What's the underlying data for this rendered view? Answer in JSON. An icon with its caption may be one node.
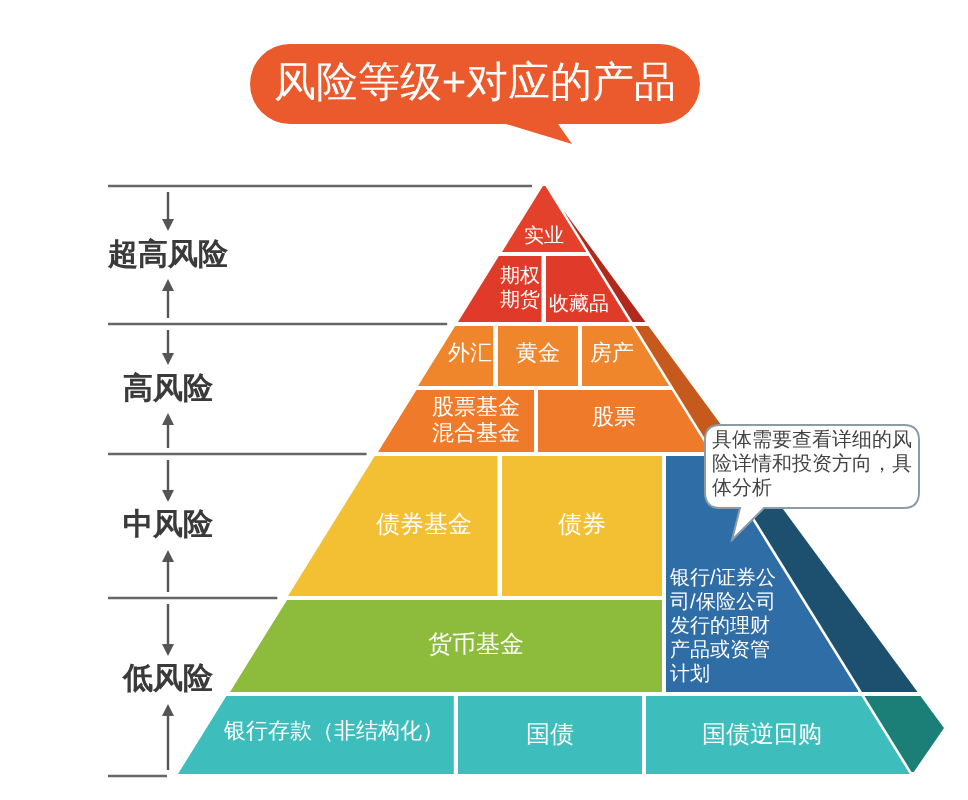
{
  "diagram": {
    "title": "风险等级+对应的产品",
    "nodes": [
      {
        "text": [
          "实业"
        ]
      },
      {
        "text": [
          "期权期货"
        ]
      },
      {
        "text": [
          "收藏品"
        ]
      },
      {
        "text": [
          "外汇"
        ]
      },
      {
        "text": [
          "黄金"
        ]
      },
      {
        "text": [
          "房产"
        ]
      },
      {
        "text": [
          "股票基金混合基金"
        ]
      },
      {
        "text": [
          "股票"
        ]
      },
      {
        "text": [
          "债券基金"
        ]
      },
      {
        "text": [
          "债券"
        ]
      },
      {
        "text": [
          "具体需要查看详细的风险详情和投资方向，具体分析"
        ]
      },
      {
        "text": [
          "银行/证券公司/保险公司发行的理财产品或资管计划"
        ]
      },
      {
        "text": [
          "货币基金"
        ]
      },
      {
        "text": [
          "银行存款（非结构化）"
        ]
      },
      {
        "text": [
          "国债"
        ]
      },
      {
        "text": [
          "国债逆回购"
        ]
      }
    ],
    "labels": [
      "超高风险",
      "高风险",
      "中风险",
      "低风险"
    ]
  }
}
